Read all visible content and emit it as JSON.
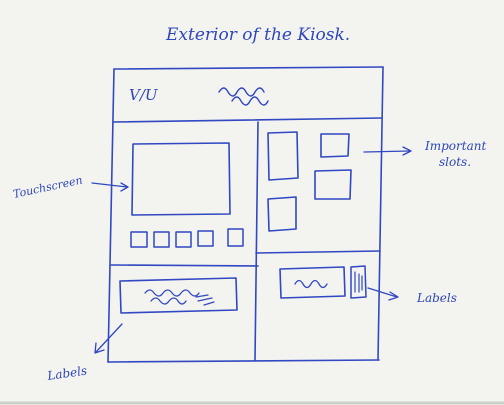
{
  "title": "Exterior of the Kiosk.",
  "header_mark": "V/U",
  "labels": {
    "touchscreen": "Touchscreen",
    "important_slots": [
      "Important",
      "slots."
    ],
    "labels_right": "Labels",
    "labels_left": "Labels"
  },
  "colors": {
    "paper": "#f3f3f0",
    "ink": "#3148c2"
  }
}
